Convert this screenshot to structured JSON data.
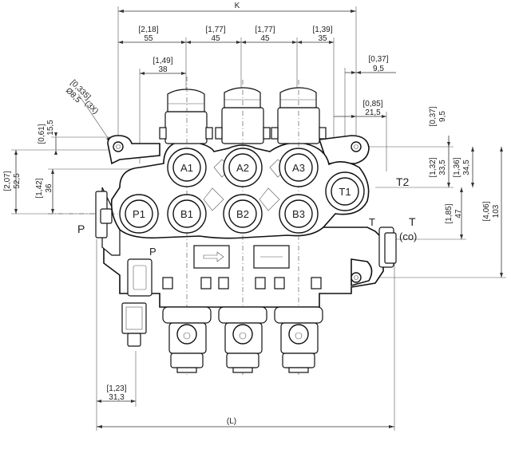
{
  "dimensions": {
    "k": "K",
    "d55": {
      "inch": "[2,18]",
      "mm": "55"
    },
    "d45a": {
      "inch": "[1,77]",
      "mm": "45"
    },
    "d45b": {
      "inch": "[1,77]",
      "mm": "45"
    },
    "d35": {
      "inch": "[1,39]",
      "mm": "35"
    },
    "d38": {
      "inch": "[1,49]",
      "mm": "38"
    },
    "d95a": {
      "inch": "[0,37]",
      "mm": "9,5"
    },
    "d215": {
      "inch": "[0,85]",
      "mm": "21,5"
    },
    "d95b": {
      "inch": "[0,37]",
      "mm": "9,5"
    },
    "hole": {
      "inch": "[0,335]",
      "mm": "Ø8,5",
      "count": "(3X)"
    },
    "d155": {
      "inch": "[0,61]",
      "mm": "15,5"
    },
    "d525": {
      "inch": "[2,07]",
      "mm": "52,5"
    },
    "d36": {
      "inch": "[1,42]",
      "mm": "36"
    },
    "d335": {
      "inch": "[1,32]",
      "mm": "33,5"
    },
    "d345": {
      "inch": "[1,36]",
      "mm": "34,5"
    },
    "d47": {
      "inch": "[1,85]",
      "mm": "47"
    },
    "d103": {
      "inch": "[4,06]",
      "mm": "103"
    },
    "d313": {
      "inch": "[1,23]",
      "mm": "31,3"
    },
    "l": "(L)"
  },
  "ports": {
    "a1": "A1",
    "a2": "A2",
    "a3": "A3",
    "b1": "B1",
    "b2": "B2",
    "b3": "B3",
    "p1": "P1",
    "t1": "T1"
  },
  "labels": {
    "p": "P",
    "t2": "T2",
    "t": "T",
    "co": "(co)",
    "t_small": "T",
    "p_body": "P"
  }
}
